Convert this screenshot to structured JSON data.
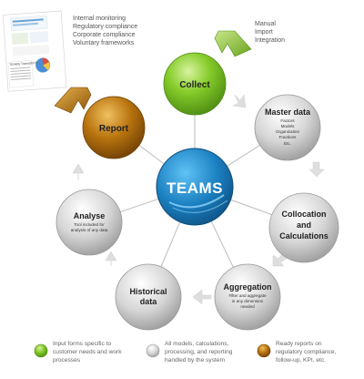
{
  "center": {
    "label": "TEAMS"
  },
  "nodes": {
    "collect": {
      "title": "Collect"
    },
    "master": {
      "title": "Master data",
      "subitems": [
        "Factors",
        "Models",
        "Organization",
        "Fractions",
        "Etc."
      ]
    },
    "collocation": {
      "title_lines": [
        "Collocation",
        "and",
        "Calculations"
      ]
    },
    "aggregation": {
      "title": "Aggregation",
      "sub_lines": [
        "Filter and aggregate",
        "in any dimension",
        "needed"
      ]
    },
    "historical": {
      "title_lines": [
        "Historical",
        "data"
      ]
    },
    "analyse": {
      "title": "Analyse",
      "sub_lines": [
        "Tool included for",
        "analysis of any data"
      ]
    },
    "report": {
      "title": "Report"
    }
  },
  "inputs_note": [
    "Manual",
    "Import",
    "Integration"
  ],
  "outputs_note": [
    "Internal monitoring",
    "Regulatory compliance",
    "Corporate compliance",
    "Voluntary frameworks"
  ],
  "report_thumbnail": {
    "caption": "TEAMS Tramadol R"
  },
  "legend": [
    {
      "color": "#7cc62a",
      "lines": [
        "Input forms specific to",
        "customer needs and work",
        "processes"
      ]
    },
    {
      "color": "#c4c4c4",
      "lines": [
        "All models, calculations,",
        "processing, and reporting",
        "handled by the system"
      ]
    },
    {
      "color": "#b8730e",
      "lines": [
        "Ready reports on",
        "regulatory compliance,",
        "follow-up, KPI, etc."
      ]
    }
  ],
  "colors": {
    "green": "#7cc62a",
    "gray": "#c8c8c8",
    "brown": "#b8730e",
    "teams_blue": "#1a7fc0",
    "arrow": "#e0e0e0"
  }
}
